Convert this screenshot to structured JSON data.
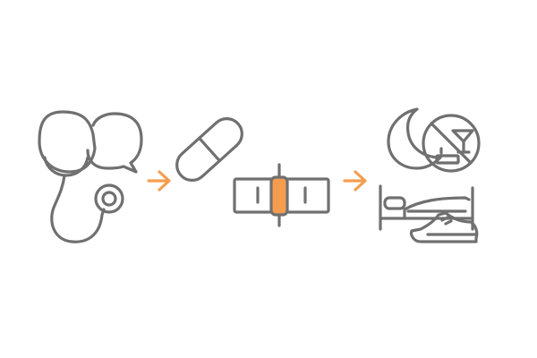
{
  "colors": {
    "stroke": "#707070",
    "accent": "#F59D4E",
    "background": "#ffffff"
  },
  "steps": [
    {
      "name": "consultation",
      "icons": [
        "stethoscope-icon",
        "speech-bubbles-icon"
      ]
    },
    {
      "name": "medication",
      "icons": [
        "capsule-icon",
        "pill-blister-icon"
      ]
    },
    {
      "name": "lifestyle",
      "icons": [
        "moon-icon",
        "no-alcohol-no-smoking-icon",
        "bed-icon",
        "sneaker-icon"
      ]
    }
  ],
  "connectors": [
    "arrow-right-icon",
    "arrow-right-icon"
  ]
}
